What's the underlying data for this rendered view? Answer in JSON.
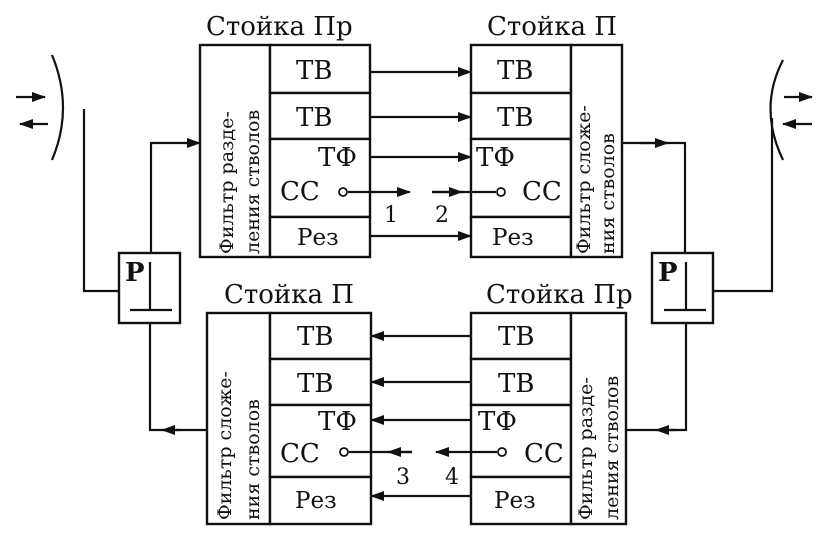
{
  "racks": {
    "top_left": {
      "title": "Стойка Пр",
      "filter_line1": "Фильтр разде-",
      "filter_line2": "ления стволов",
      "cells": [
        "ТВ",
        "ТВ",
        "ТФ",
        "СС",
        "Рез"
      ]
    },
    "top_right": {
      "title": "Стойка П",
      "filter_line1": "Фильтр сложе-",
      "filter_line2": "ния стволов",
      "cells": [
        "ТВ",
        "ТВ",
        "ТФ",
        "СС",
        "Рез"
      ]
    },
    "bottom_left": {
      "title": "Стойка П",
      "filter_line1": "Фильтр сложе-",
      "filter_line2": "ния стволов",
      "cells": [
        "ТВ",
        "ТВ",
        "ТФ",
        "СС",
        "Рез"
      ]
    },
    "bottom_right": {
      "title": "Стойка Пр",
      "filter_line1": "Фильтр разде-",
      "filter_line2": "ления стволов",
      "cells": [
        "ТВ",
        "ТВ",
        "ТФ",
        "СС",
        "Рез"
      ]
    }
  },
  "separators": {
    "left": "Р",
    "right": "Р"
  },
  "links": {
    "l1": "1",
    "l2": "2",
    "l3": "3",
    "l4": "4"
  }
}
